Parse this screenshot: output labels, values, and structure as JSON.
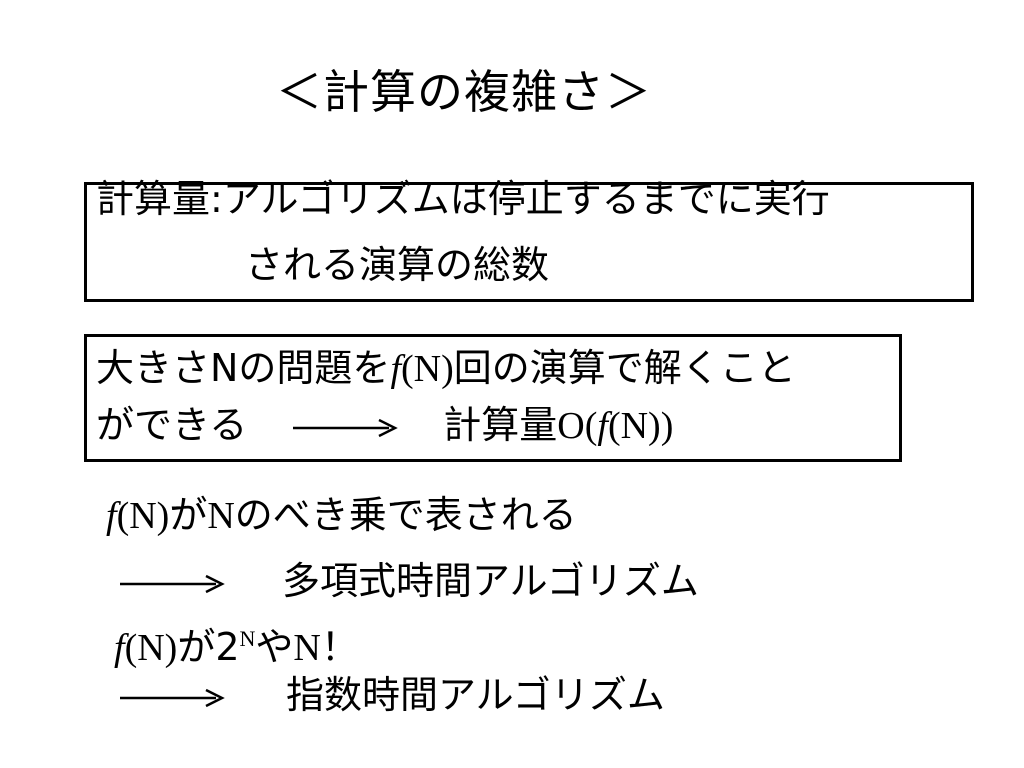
{
  "title": "＜計算の複雑さ＞",
  "definition_box": {
    "term": "計算量",
    "colon": ":",
    "line1_rest": "アルゴリズムは停止するまでに実行",
    "line2": "される演算の総数"
  },
  "notation_box": {
    "line1_prefix": "大きさNの問題を",
    "f": "f",
    "paren_n": "(N)",
    "line1_suffix": "回の演算で解くこと",
    "line2_prefix": "ができる",
    "result_prefix": "計算量",
    "result_o": "O(",
    "result_f": "f",
    "result_rest": "(N))"
  },
  "polynomial": {
    "f": "f",
    "paren_n": "(N)",
    "ga": "が",
    "n": "N",
    "rest": "のべき乗で表される",
    "result": "多項式時間アルゴリズム"
  },
  "exponential": {
    "f": "f",
    "paren_n": "(N)",
    "ga2": "が2",
    "superscript": "N",
    "ya": "や",
    "n_fact": "N！",
    "result": "指数時間アルゴリズム"
  },
  "arrow_icon": "long-right-arrow-icon"
}
